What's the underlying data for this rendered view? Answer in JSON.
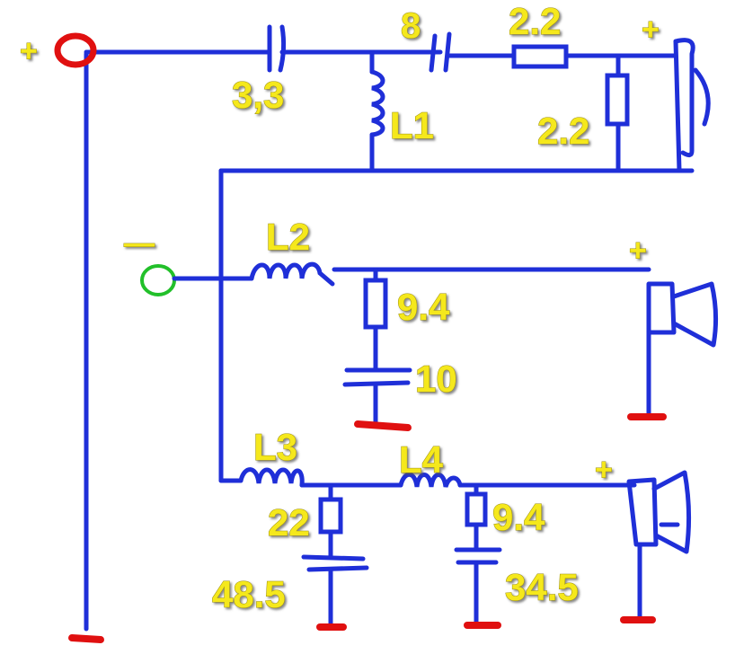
{
  "terminals": {
    "positive_sign": "+",
    "negative_sign": "—",
    "positive_color": "#e01010",
    "negative_color": "#22c02a"
  },
  "tweeter": {
    "cap1_value": "3,3",
    "cap2_value": "8",
    "inductor": "L1",
    "series_resistor": "2.2",
    "shunt_resistor": "2.2",
    "plus": "+"
  },
  "midrange": {
    "inductor": "L2",
    "resistor": "9.4",
    "capacitor": "10",
    "plus": "+"
  },
  "woofer": {
    "inductor1": "L3",
    "resistor1": "22",
    "capacitor1": "48.5",
    "inductor2": "L4",
    "resistor2": "9.4",
    "capacitor2": "34.5",
    "plus": "+"
  },
  "colors": {
    "wire": "#1f2fd8",
    "label": "#f5e81c",
    "ground": "#e01010"
  }
}
